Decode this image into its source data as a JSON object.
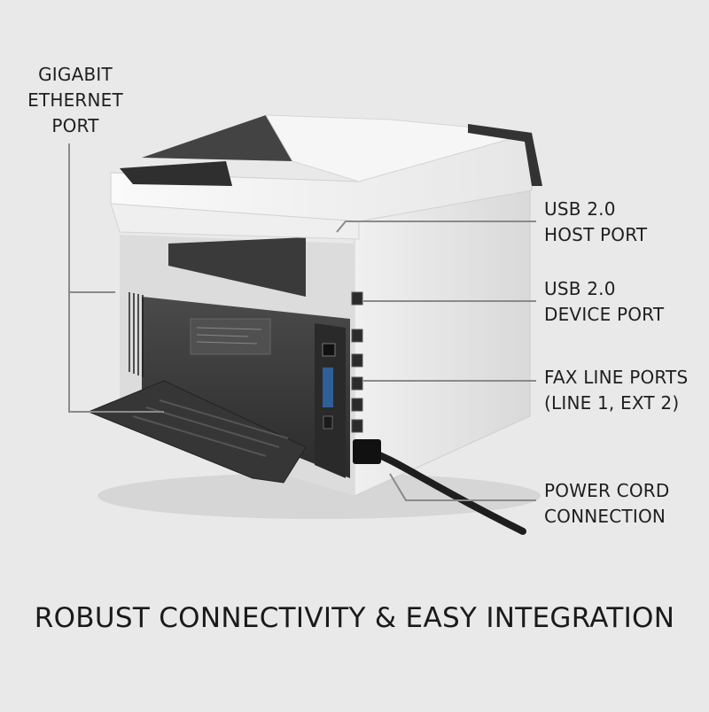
{
  "callouts": {
    "ethernet": [
      "GIGABIT",
      "ETHERNET",
      "PORT"
    ],
    "usb_host": [
      "USB 2.0",
      "HOST PORT"
    ],
    "usb_device": [
      "USB 2.0",
      "DEVICE PORT"
    ],
    "fax": [
      "FAX LINE PORTS",
      "(LINE 1, EXT 2)"
    ],
    "power": [
      "POWER CORD",
      "CONNECTION"
    ]
  },
  "tagline": "ROBUST CONNECTIVITY & EASY INTEGRATION",
  "colors": {
    "background": "#e9e9e9",
    "printer_body": "#f4f4f4",
    "printer_dark": "#3c3c3c",
    "port_blue": "#2f5f97",
    "text": "#1d1d1d"
  }
}
